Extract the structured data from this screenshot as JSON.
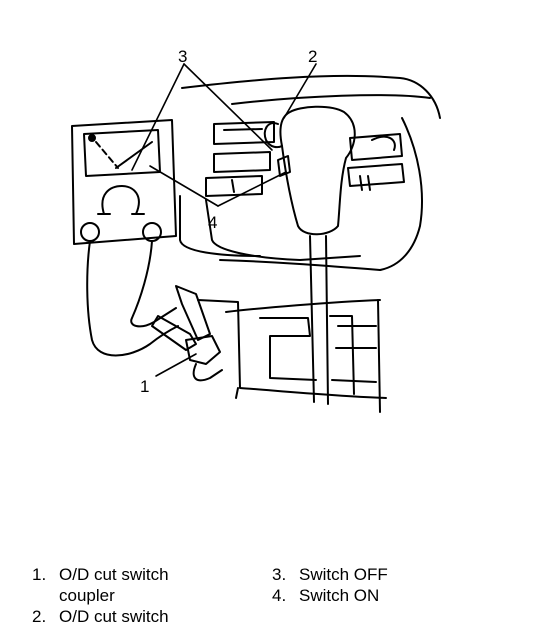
{
  "callouts": {
    "label_1": "1",
    "label_2": "2",
    "label_3": "3",
    "label_4": "4"
  },
  "legend": [
    {
      "number": "1.",
      "line1": "O/D cut switch",
      "line2": "coupler"
    },
    {
      "number": "2.",
      "line1": "O/D cut switch"
    },
    {
      "number": "3.",
      "line1": "Switch OFF"
    },
    {
      "number": "4.",
      "line1": "Switch ON"
    }
  ],
  "colors": {
    "ink": "#000000",
    "paper": "#ffffff"
  }
}
